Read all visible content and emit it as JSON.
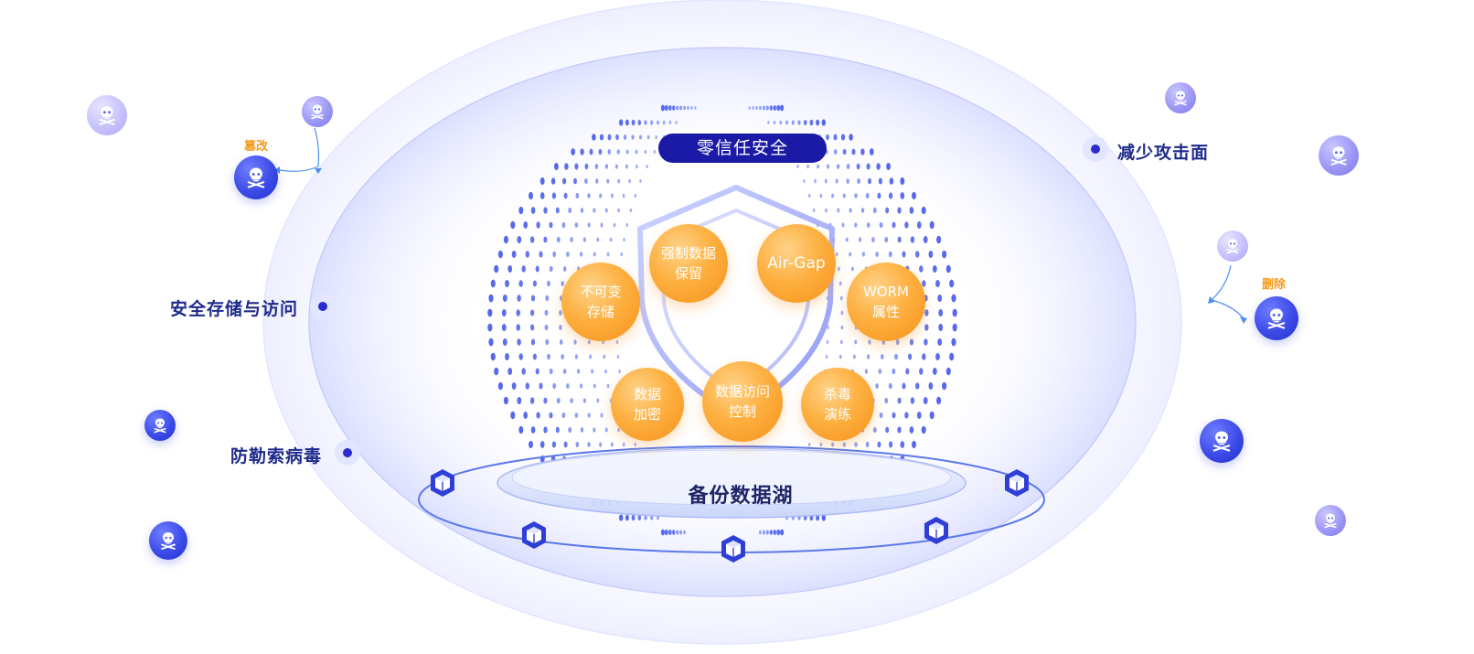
{
  "center": {
    "title": "零信任安全",
    "base_label": "备份数据湖"
  },
  "features": [
    {
      "lines": [
        "不可变",
        "存储"
      ]
    },
    {
      "lines": [
        "强制数据",
        "保留"
      ]
    },
    {
      "lines": [
        "Air-Gap"
      ]
    },
    {
      "lines": [
        "WORM",
        "属性"
      ]
    },
    {
      "lines": [
        "数据",
        "加密"
      ]
    },
    {
      "lines": [
        "数据访问",
        "控制"
      ]
    },
    {
      "lines": [
        "杀毒",
        "演练"
      ]
    }
  ],
  "side_labels": {
    "left_top": "安全存储与访问",
    "left_bottom": "防勒索病毒",
    "right_top": "减少攻击面"
  },
  "threats": {
    "tamper": "篡改",
    "delete": "删除"
  },
  "colors": {
    "navy": "#1a1aa6",
    "label_text": "#1e2a8c",
    "orange": "#f7911a",
    "threat_text": "#f59a1c",
    "blue_accent": "#3c4be8"
  },
  "icons": {
    "threat": "skull-crossbones-icon",
    "storage": "cube-icon",
    "security": "shield-icon"
  }
}
